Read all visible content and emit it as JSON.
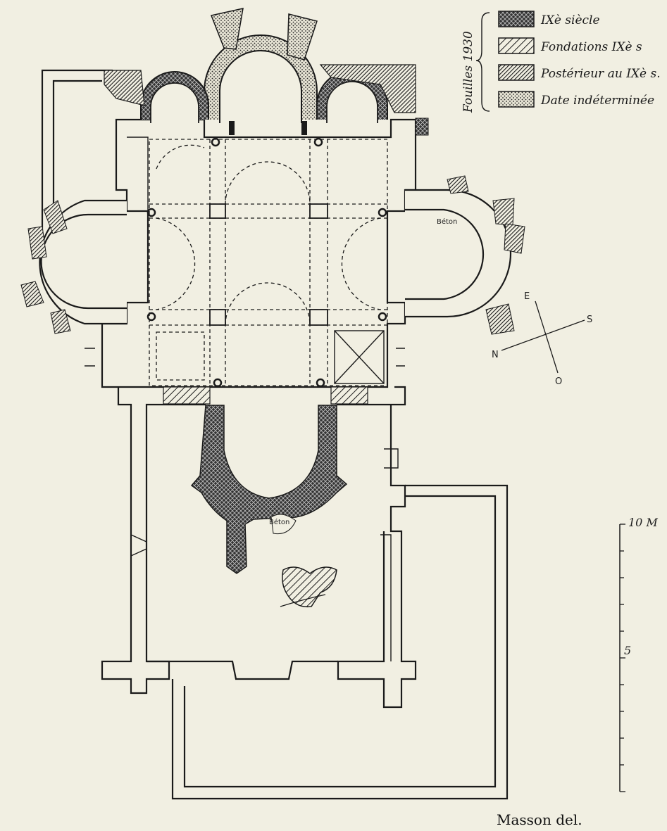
{
  "legend": {
    "title": "Fouilles 1930",
    "items": [
      {
        "label": "IXè siècle",
        "pattern": "crosshatch"
      },
      {
        "label": "Fondations IXè s",
        "pattern": "hatch-diagonal"
      },
      {
        "label": "Postérieur au IXè s.",
        "pattern": "hatch-dense"
      },
      {
        "label": "Date indéterminée",
        "pattern": "dots"
      }
    ]
  },
  "annotations": {
    "beton_right": "Béton",
    "beton_center": "Béton"
  },
  "compass": {
    "north": "N",
    "east": "E",
    "south": "S",
    "west": "O"
  },
  "scale": {
    "top_label": "10 M",
    "mid_label": "5"
  },
  "credit": "Masson del.",
  "colors": {
    "paper": "#f1efe2",
    "ink": "#1a1a1a"
  }
}
